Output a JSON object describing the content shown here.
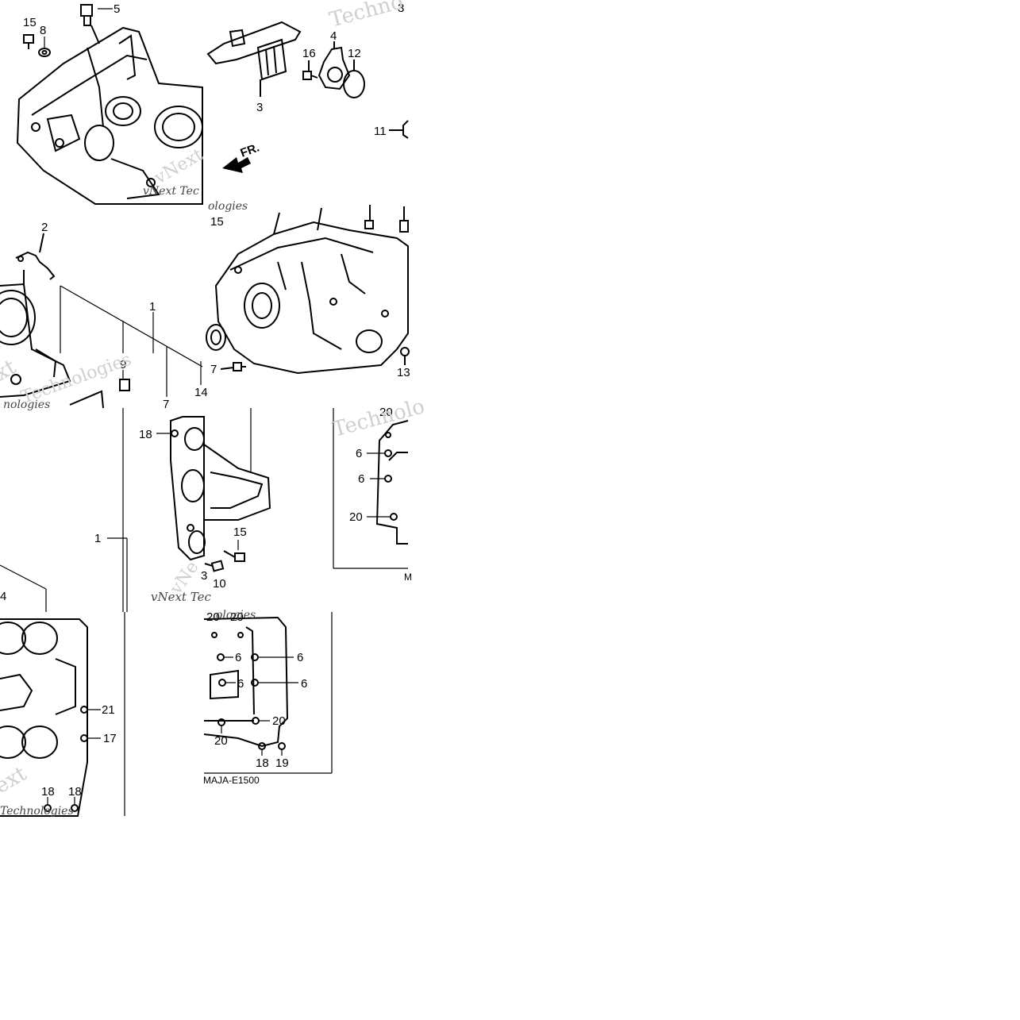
{
  "diagram": {
    "diagram_code": "MAJA-E1500",
    "front_arrow_label": "FR.",
    "watermark": {
      "brand": "Techno",
      "brand_long": "Technolo",
      "vnext": "vNext",
      "vnext_tec": "vNext Tec",
      "technologies": "Technologies",
      "nologies": "nologies",
      "xt": "xt",
      "ext": "ext",
      "ologies": "ologies",
      "vne": "vNe"
    },
    "callouts_tile_1": [
      "15",
      "8",
      "5"
    ],
    "callouts_tile_2": [
      "3",
      "4",
      "12",
      "16",
      "11",
      "3"
    ],
    "callouts_tile_3": [
      "2",
      "1",
      "9",
      "7",
      "14"
    ],
    "callouts_tile_4": [
      "15",
      "7",
      "13"
    ],
    "callouts_tile_5": [
      "18",
      "1",
      "15",
      "10",
      "3"
    ],
    "callouts_tile_6": [
      "20",
      "6",
      "6",
      "20",
      "M"
    ],
    "callouts_tile_7": [
      "4",
      "21",
      "17",
      "18",
      "18"
    ],
    "callouts_tile_8": [
      "20",
      "20",
      "6",
      "6",
      "6",
      "6",
      "20",
      "20",
      "18",
      "19"
    ]
  }
}
